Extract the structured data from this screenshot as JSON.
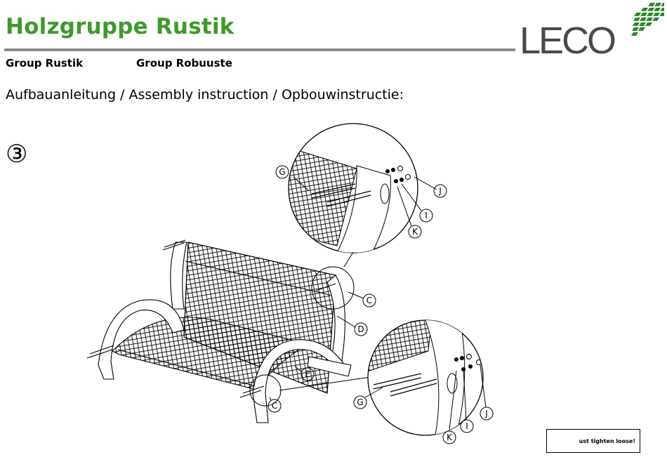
{
  "header": {
    "title": "Holzgruppe Rustik",
    "subtitle_left": "Group Rustik",
    "subtitle_right": "Group Robuuste",
    "instruction": "Aufbauanleitung / Assembly instruction / Opbouwinstructie:"
  },
  "logo": {
    "text": "LECO",
    "text_color": "#4a4a4a",
    "accent": "#2e8b2e"
  },
  "step": {
    "number": "③"
  },
  "callouts": {
    "top": [
      "G",
      "J",
      "I",
      "K"
    ],
    "main": [
      "C",
      "D",
      "E",
      "C"
    ],
    "bottom": [
      "G",
      "K",
      "I",
      "J"
    ]
  },
  "note": "ust tighten loose!",
  "colors": {
    "title_green": "#3d9a2b",
    "rule_gray": "#8a8a8a"
  }
}
